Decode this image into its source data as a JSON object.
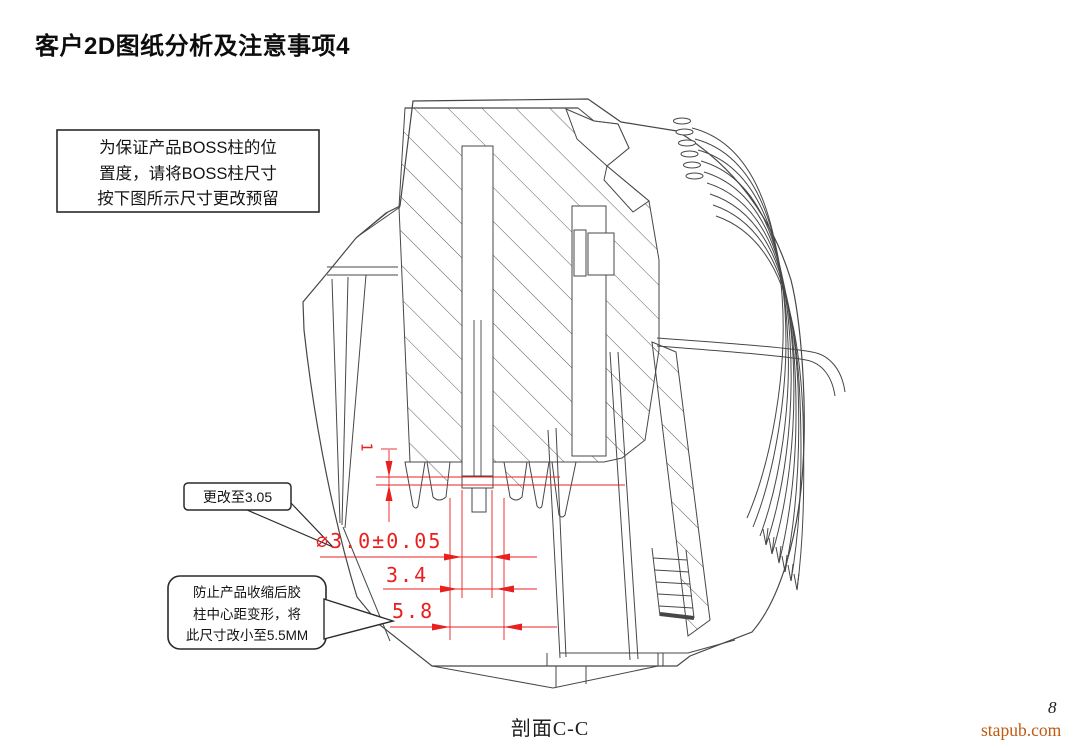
{
  "page": {
    "title": "客户2D图纸分析及注意事项4",
    "section_label": "剖面C-C",
    "page_number": "8",
    "watermark": "stapub.com"
  },
  "note_box": {
    "lines": [
      "为保证产品BOSS柱的位",
      "置度，请将BOSS柱尺寸",
      "按下图所示尺寸更改预留"
    ]
  },
  "callouts": {
    "change_to": "更改至3.05",
    "shrink_note_lines": [
      "防止产品收缩后胶",
      "柱中心距变形，将",
      "此尺寸改小至5.5MM"
    ]
  },
  "dimensions": {
    "boss_diameter": "∅3.0±0.05",
    "pitch_small": "3.4",
    "pitch_large": "5.8",
    "step_height": "1"
  },
  "colors": {
    "dimension_red": "#e82020",
    "drawing_line": "#474747",
    "watermark_orange": "#c05a11"
  }
}
